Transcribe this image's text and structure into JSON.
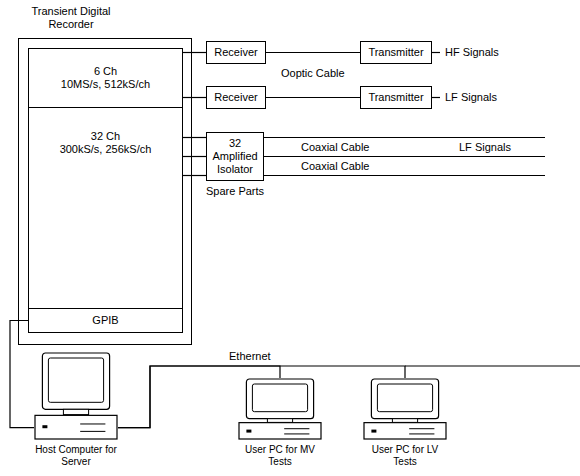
{
  "diagram": {
    "nodes": [
      {
        "text": [
          "Transient Digital Recorder"
        ]
      },
      {
        "text": [
          "6 Ch",
          "10MS/s, 512kS/ch"
        ],
        "in": 0
      },
      {
        "text": [
          "32 Ch",
          "300kS/s, 256kS/ch"
        ],
        "in": 0
      },
      {
        "text": [
          "GPIB"
        ],
        "in": 0
      },
      {
        "text": [
          "Receiver"
        ]
      },
      {
        "text": [
          "Receiver"
        ]
      },
      {
        "text": [
          "Transmitter"
        ]
      },
      {
        "text": [
          "Transmitter"
        ]
      },
      {
        "text": [
          "32 Amplified Isolator"
        ]
      },
      {
        "text": [
          "Host Computer for Server"
        ]
      },
      {
        "text": [
          "User PC for MV Tests"
        ]
      },
      {
        "text": [
          "User PC for LV Tests"
        ]
      }
    ],
    "edges": [
      {
        "from": 1,
        "to": 4,
        "arrow": "none"
      },
      {
        "from": 1,
        "to": 5,
        "arrow": "none"
      },
      {
        "from": 4,
        "to": 6,
        "label": "Ooptic Cable",
        "arrow": "none"
      },
      {
        "from": 5,
        "to": 7,
        "arrow": "none"
      },
      {
        "from": 2,
        "to": 8,
        "arrow": "none"
      },
      {
        "from": 3,
        "to": 9,
        "arrow": "none"
      },
      {
        "from": 9,
        "to": 10,
        "label": "Ethernet",
        "arrow": "none"
      },
      {
        "from": 9,
        "to": 11,
        "arrow": "none"
      }
    ],
    "labels": [
      "HF Signals",
      "LF Signals",
      "Coaxial Cable",
      "Coaxial Cable",
      "LF Signals",
      "Spare Parts"
    ]
  }
}
